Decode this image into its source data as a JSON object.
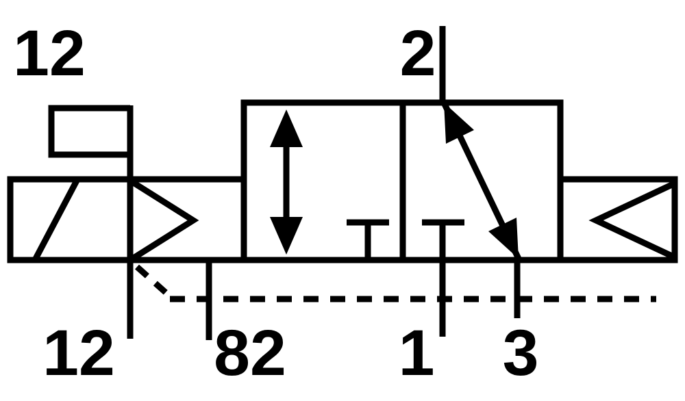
{
  "diagram": {
    "kind": "pneumatic-valve-circuit-symbol",
    "colors": {
      "line": "#000000",
      "background": "#ffffff"
    },
    "labels": {
      "pilot_12_top": "12",
      "port_2": "2",
      "pilot_12_bottom": "12",
      "port_82": "82",
      "port_1": "1",
      "port_3": "3"
    },
    "components": [
      "pilot-port-12-bracket",
      "solenoid-actuator-box",
      "pilot-amplifier-triangle",
      "valve-position-box-left",
      "valve-position-box-right",
      "bidirectional-flow-arrow",
      "blocked-port-symbol-left",
      "flow-path-arrow-2-to-3",
      "blocked-port-symbol-1",
      "spring-return-box",
      "dashed-pilot-line"
    ]
  }
}
